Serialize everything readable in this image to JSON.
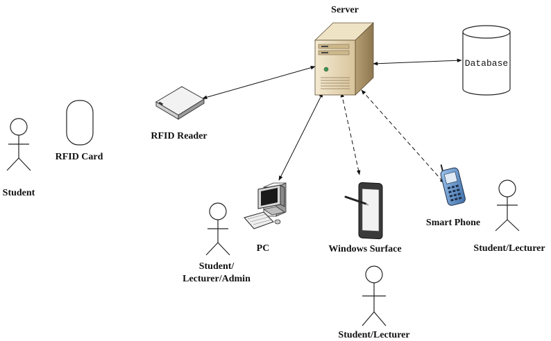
{
  "labels": {
    "server": "Server",
    "database": "Database",
    "rfid_reader": "RFID Reader",
    "rfid_card": "RFID Card",
    "student": "Student",
    "pc": "PC",
    "pc_user_line1": "Student/",
    "pc_user_line2": "Lecturer/Admin",
    "windows_surface": "Windows Surface",
    "surface_user": "Student/Lecturer",
    "smart_phone": "Smart Phone",
    "phone_user": "Student/Lecturer"
  },
  "connections": [
    {
      "from": "server",
      "to": "database",
      "style": "solid"
    },
    {
      "from": "server",
      "to": "rfid-reader",
      "style": "solid"
    },
    {
      "from": "server",
      "to": "pc",
      "style": "solid"
    },
    {
      "from": "server",
      "to": "windows-surface",
      "style": "dashed"
    },
    {
      "from": "server",
      "to": "smart-phone",
      "style": "dashed"
    }
  ]
}
